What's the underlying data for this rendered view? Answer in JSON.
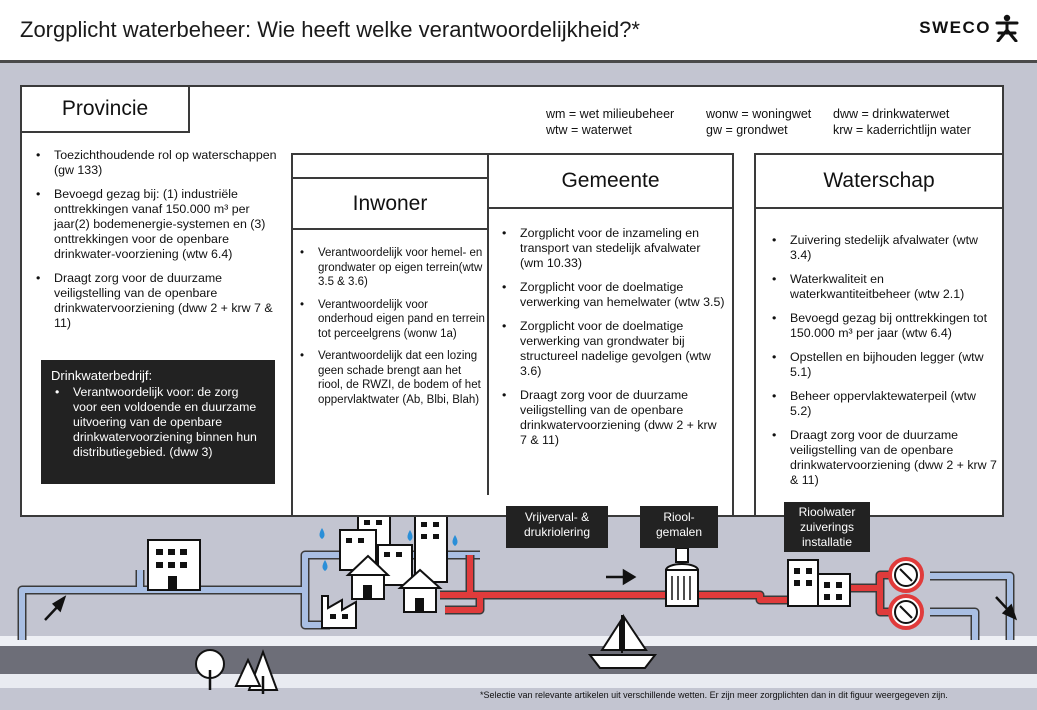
{
  "header": {
    "title": "Zorgplicht waterbeheer: Wie heeft welke verantwoordelijkheid?*",
    "logo_text": "SWECO"
  },
  "legend": {
    "wm": "wm = wet milieubeheer",
    "wtw": "wtw = waterwet",
    "wonw": "wonw = woningwet",
    "gw": "gw = grondwet",
    "dww": "dww = drinkwaterwet",
    "krw": "krw = kaderrichtlijn water"
  },
  "provincie": {
    "title": "Provincie",
    "items": [
      "Toezichthoudende rol op waterschappen (gw 133)",
      "Bevoegd gezag bij: (1) industriële onttrekkingen vanaf 150.000 m³ per jaar(2) bodemenergie-systemen en (3) onttrekkingen voor de openbare drinkwater-voorziening (wtw 6.4)",
      "Draagt zorg voor de duurzame veiligstelling van de openbare drinkwatervoorziening (dww 2 + krw 7 & 11)"
    ]
  },
  "drinkwaterbedrijf": {
    "title": "Drinkwaterbedrijf:",
    "items": [
      "Verantwoordelijk voor: de zorg voor een voldoende en duurzame uitvoering van de openbare drinkwatervoorziening binnen hun distributiegebied. (dww 3)"
    ]
  },
  "inwoner": {
    "title": "Inwoner",
    "items": [
      "Verantwoordelijk voor hemel- en grondwater op eigen terrein(wtw 3.5 & 3.6)",
      "Verantwoordelijk voor onderhoud eigen pand en terrein tot perceelgrens (wonw 1a)",
      "Verantwoordelijk dat een lozing geen schade brengt aan het riool, de RWZI, de bodem of het oppervlaktwater (Ab, Blbi, Blah)"
    ]
  },
  "gemeente": {
    "title": "Gemeente",
    "items": [
      "Zorgplicht voor de inzameling en transport van stedelijk afvalwater (wm 10.33)",
      "Zorgplicht voor de doelmatige verwerking van hemelwater (wtw 3.5)",
      "Zorgplicht voor de doelmatige verwerking van grondwater bij structureel nadelige gevolgen (wtw 3.6)",
      "Draagt zorg voor de duurzame veiligstelling van de openbare drinkwatervoorziening (dww 2 + krw 7 & 11)"
    ]
  },
  "waterschap": {
    "title": "Waterschap",
    "items": [
      "Zuivering stedelijk afvalwater (wtw 3.4)",
      "Waterkwaliteit en waterkwantiteitbeheer (wtw 2.1)",
      "Bevoegd gezag bij onttrekkingen tot 150.000 m³ per jaar (wtw 6.4)",
      "Opstellen en bijhouden legger (wtw 5.1)",
      "Beheer oppervlaktewaterpeil (wtw 5.2)",
      "Draagt zorg voor de duurzame veiligstelling van de openbare drinkwatervoorziening (dww 2 + krw 7 & 11)"
    ]
  },
  "diagram_labels": {
    "riolering": "Vrijverval- & drukriolering",
    "gemalen": "Riool- gemalen",
    "rwzi": "Rioolwater zuiverings installatie"
  },
  "footnote": "*Selectie van relevante artikelen uit verschillende wetten. Er zijn meer zorgplichten dan in dit figuur weergegeven zijn.",
  "icons": [
    "sweco-logo-icon",
    "cloud-icon",
    "raindrop-icon",
    "building-icon",
    "house-icon",
    "factory-icon",
    "pumping-station-icon",
    "treatment-plant-icon",
    "pump-icon",
    "sailboat-icon",
    "tree-icon",
    "arrow-icon"
  ],
  "colors": {
    "background": "#c3c5d1",
    "water_pipe": "#a9bfe3",
    "sewer_pipe": "#e03b3b",
    "dark_label": "#222222",
    "road": "#6d6e78",
    "water": "#e3e6ee"
  }
}
